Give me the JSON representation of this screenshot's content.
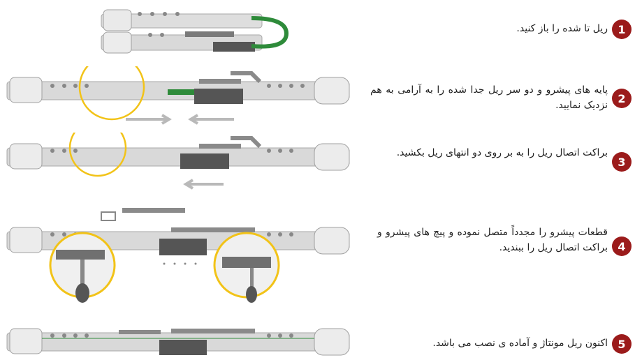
{
  "steps": [
    {
      "number": "1",
      "text": "ریل تا شده را باز کنید."
    },
    {
      "number": "2",
      "text": "پایه های پیشرو و دو سر ریل جدا شده را به آرامی به هم نزدیک نمایید."
    },
    {
      "number": "3",
      "text": "براکت اتصال ریل را به بر روی دو انتهای ریل بکشید."
    },
    {
      "number": "4",
      "text": "قطعات پیشرو را مجدداً متصل نموده و پیچ های پیشرو و براکت اتصال ریل را ببندید."
    },
    {
      "number": "5",
      "text": "اکنون ریل مونتاژ و آماده ی  نصب می باشد."
    }
  ],
  "colors": {
    "badge": "#9b1b1b",
    "highlight_circle": "#f2c318",
    "rail": "#d8d8d8",
    "arrow": "#b9b9b9",
    "connector": "#2e8b3a"
  }
}
